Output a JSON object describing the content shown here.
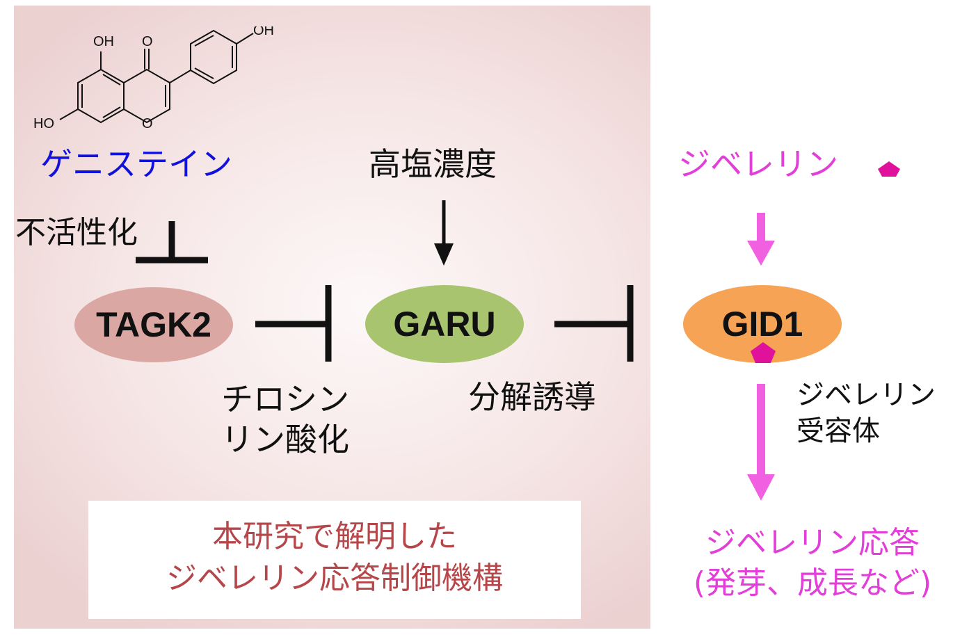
{
  "molecule": {
    "labels": {
      "oh_top": "OH",
      "oxo": "O",
      "oh_para": "OH",
      "ho_left": "HO",
      "ring_o": "O"
    }
  },
  "genistein": {
    "label": "ゲニステイン",
    "color": "#1111dd"
  },
  "inactivation": {
    "label": "不活性化"
  },
  "high_salt": {
    "label": "高塩濃度"
  },
  "nodes": {
    "tagk2": {
      "label": "TAGK2",
      "color": "#dba7a3"
    },
    "garu": {
      "label": "GARU",
      "color": "#a8c46e"
    },
    "gid1": {
      "label": "GID1",
      "color": "#f6a356"
    }
  },
  "tyrosine_phos": {
    "line1": "チロシン",
    "line2": "リン酸化"
  },
  "degradation": {
    "label": "分解誘導"
  },
  "gibberellin": {
    "label": "ジベレリン",
    "color": "#e23ed8",
    "marker_color": "#e0119a"
  },
  "receptor": {
    "line1": "ジベレリン",
    "line2": "受容体"
  },
  "response": {
    "line1": "ジベレリン応答",
    "line2": "(発芽、成長など)",
    "color": "#e23ed8"
  },
  "summary": {
    "line1": "本研究で解明した",
    "line2": "ジベレリン応答制御機構",
    "color": "#b5474a"
  },
  "arrow_pink": "#f060e0"
}
